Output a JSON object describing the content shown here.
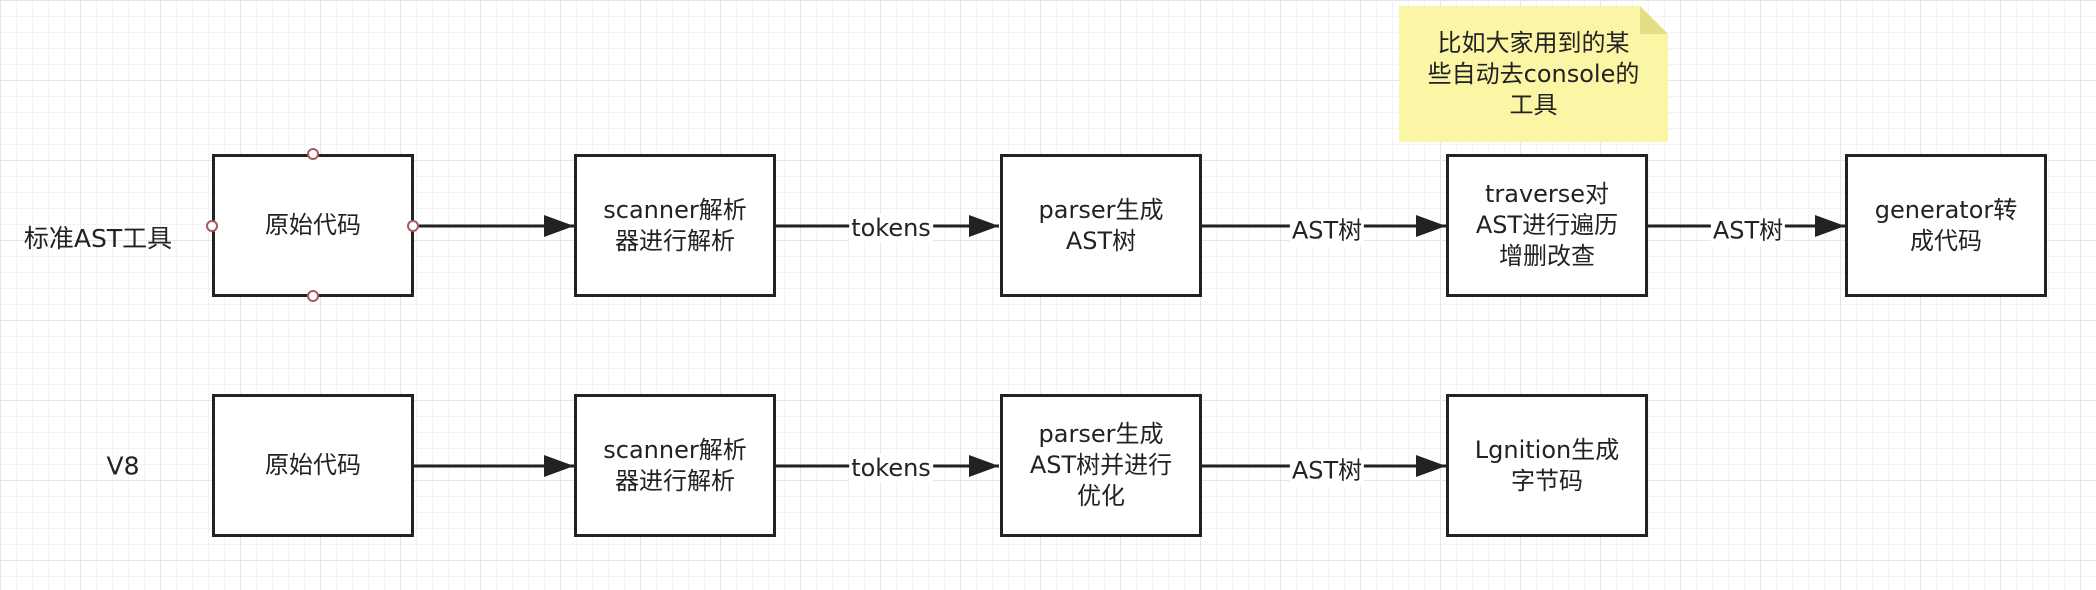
{
  "rows": {
    "standard": {
      "label": "标准AST工具",
      "nodes": [
        "原始代码",
        "scanner解析\n器进行解析",
        "parser生成\nAST树",
        "traverse对\nAST进行遍历\n增删改查",
        "generator转\n成代码"
      ],
      "edges": [
        "",
        "tokens",
        "AST树",
        "AST树"
      ]
    },
    "v8": {
      "label": "V8",
      "nodes": [
        "原始代码",
        "scanner解析\n器进行解析",
        "parser生成\nAST树并进行\n优化",
        "Lgnition生成\n字节码"
      ],
      "edges": [
        "",
        "tokens",
        "AST树"
      ]
    }
  },
  "note": "比如大家用到的某\n些自动去console的\n工具",
  "colors": {
    "stroke": "#222222",
    "note_fill": "#fbf5a6",
    "note_fold": "#e6de85",
    "selection_handle": "#a85a5a"
  }
}
